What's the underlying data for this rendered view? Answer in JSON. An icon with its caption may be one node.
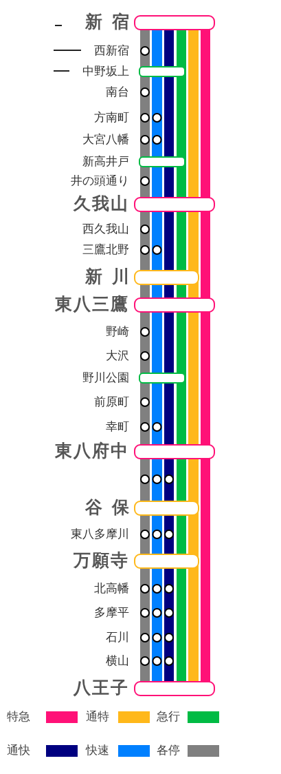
{
  "diagram": {
    "nodes": [
      {
        "text": [
          "新宿"
        ]
      },
      {
        "text": [
          "西新宿"
        ]
      },
      {
        "text": [
          "中野坂上"
        ]
      },
      {
        "text": [
          "南台"
        ]
      },
      {
        "text": [
          "方南町"
        ]
      },
      {
        "text": [
          "大宮八幡"
        ]
      },
      {
        "text": [
          "新高井戸"
        ]
      },
      {
        "text": [
          "井の頭通り"
        ]
      },
      {
        "text": [
          "久我山"
        ]
      },
      {
        "text": [
          "西久我山"
        ]
      },
      {
        "text": [
          "三鷹北野"
        ]
      },
      {
        "text": [
          "新川"
        ]
      },
      {
        "text": [
          "東八三鷹"
        ]
      },
      {
        "text": [
          "野崎"
        ]
      },
      {
        "text": [
          "大沢"
        ]
      },
      {
        "text": [
          "野川公園"
        ]
      },
      {
        "text": [
          "前原町"
        ]
      },
      {
        "text": [
          "幸町"
        ]
      },
      {
        "text": [
          "東八府中"
        ]
      },
      {
        "text": [],
        "shape": "circle"
      },
      {
        "text": [
          "谷保"
        ]
      },
      {
        "text": [
          "東八多摩川"
        ]
      },
      {
        "text": [
          "万願寺"
        ]
      },
      {
        "text": [
          "北高幡"
        ]
      },
      {
        "text": [
          "多摩平"
        ]
      },
      {
        "text": [
          "石川"
        ]
      },
      {
        "text": [
          "横山"
        ]
      },
      {
        "text": [
          "八王子"
        ]
      }
    ],
    "legend": [
      {
        "text": "特急",
        "color": "#ff1177"
      },
      {
        "text": "通特",
        "color": "#ffb81a"
      },
      {
        "text": "急行",
        "color": "#00bb44"
      },
      {
        "text": "通快",
        "color": "#000080"
      },
      {
        "text": "快速",
        "color": "#0080ff"
      },
      {
        "text": "各停",
        "color": "#808080"
      }
    ]
  }
}
